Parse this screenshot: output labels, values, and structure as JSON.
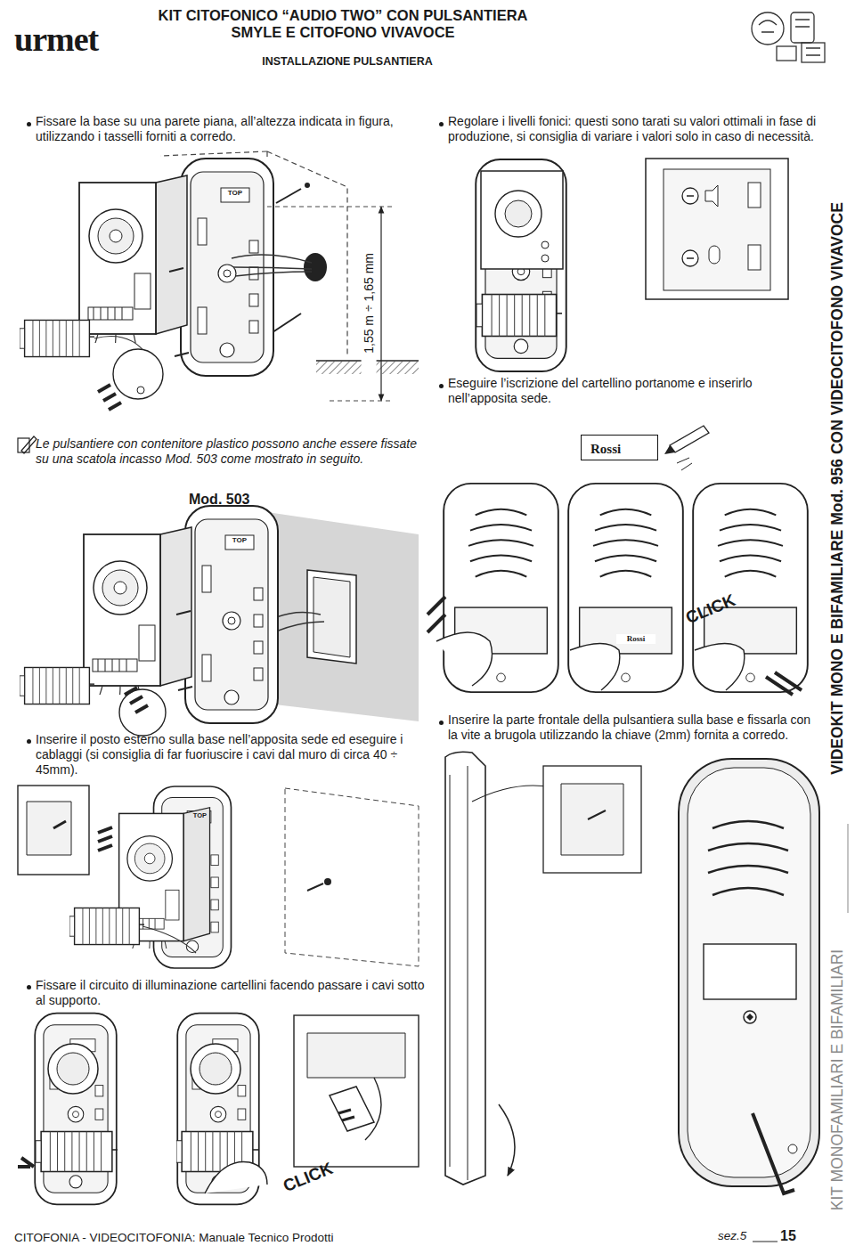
{
  "diagram": {
    "title": "KIT CITOFONICO “AUDIO TWO” CON PULSANTIERA SMYLE E CITOFONO VIVAVOCE",
    "nodes": [
      {
        "text": [
          "Rossi"
        ]
      }
    ],
    "labels": [
      "urmet",
      "INSTALLAZIONE PULSANTIERA",
      "Fissare la base su una parete piana, all’altezza indicata in figura, utilizzando i tasselli forniti a corredo.",
      "1,55 m ÷ 1,65 mm",
      "TOP",
      "Le pulsantiere con contenitore plastico possono anche essere fissate su una scatola incasso Mod. 503 come mostrato in seguito.",
      "Mod. 503",
      "TOP",
      "Inserire il posto esterno sulla base nell’apposita sede ed eseguire i cablaggi (si consiglia di far fuoriuscire i cavi dal muro di circa 40 ÷ 45mm).",
      "TOP",
      "Fissare il circuito di illuminazione cartellini facendo passare i cavi sotto al supporto.",
      "CLICK",
      "Regolare i livelli fonici: questi sono tarati su valori ottimali in fase di produzione, si consiglia di variare i valori solo in caso di necessità.",
      "Eseguire l’iscrizione del cartellino portanome e inserirlo nell’apposita sede.",
      "Rossi",
      "CLICK",
      "Inserire la parte frontale della pulsantiera sulla base e fissarla con la vite a brugola utilizzando la chiave (2mm) fornita a corredo.",
      "VIDEOKIT MONO E BIFAMILIARE Mod. 956 CON VIDEOCITOFONO VIVAVOCE",
      "KIT MONOFAMILIARI E BIFAMILIARI",
      "CITOFONIA - VIDEOCITOFONIA: Manuale Tecnico Prodotti",
      "sez.5",
      "15"
    ]
  }
}
